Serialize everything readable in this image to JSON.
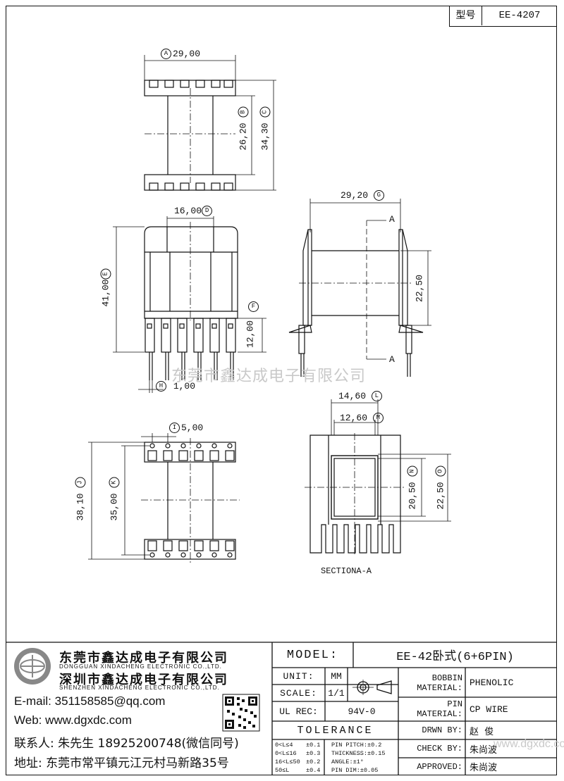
{
  "header": {
    "model_label": "型号",
    "model_value": "EE-4207"
  },
  "dimensions": {
    "A": {
      "letter": "A",
      "value": "29,00"
    },
    "B": {
      "letter": "B",
      "value": "26,20"
    },
    "C": {
      "letter": "C",
      "value": "34,30"
    },
    "D": {
      "letter": "D",
      "value": "16,00"
    },
    "E": {
      "letter": "E",
      "value": "41,00"
    },
    "F": {
      "letter": "F",
      "value": "12,00"
    },
    "G": {
      "letter": "G",
      "value": "29,20"
    },
    "H": {
      "letter": "H",
      "value": "1,00"
    },
    "I": {
      "letter": "I",
      "value": "5,00"
    },
    "J": {
      "letter": "J",
      "value": "38,10"
    },
    "K": {
      "letter": "K",
      "value": "35,00"
    },
    "L": {
      "letter": "L",
      "value": "14,60"
    },
    "M": {
      "letter": "M",
      "value": "12,60"
    },
    "N": {
      "letter": "N",
      "value": "20,50"
    },
    "O": {
      "letter": "O",
      "value": "22,50"
    },
    "side_height": "22,50"
  },
  "section": {
    "marker_top": "A",
    "marker_bottom": "A",
    "label": "SECTIONA-A"
  },
  "watermark": {
    "main": "东莞市鑫达成电子有限公司",
    "corner": "www.dgxdc.com"
  },
  "company": {
    "name_dg": "东莞市鑫达成电子有限公司",
    "name_dg_en": "DONGGUAN XINDACHENG ELECTRONIC CO.,LTD.",
    "name_sz": "深圳市鑫达成电子有限公司",
    "name_sz_en": "SHENZHEN XINDACHENG ELECTRONIC CO.,LTD.",
    "email": "E-mail: 351158585@qq.com",
    "web": "Web: www.dgxdc.com",
    "contact": "联系人: 朱先生 18925200748(微信同号)",
    "address": "地址: 东莞市常平镇元江元村马新路35号"
  },
  "title_block": {
    "model_label": "MODEL:",
    "model_value": "EE-42卧式(6+6PIN)",
    "unit_label": "UNIT:",
    "unit_value": "MM",
    "scale_label": "SCALE:",
    "scale_value": "1/1",
    "ul_label": "UL REC:",
    "ul_value": "94V-0",
    "bobbin_label_1": "BOBBIN",
    "bobbin_label_2": "MATERIAL:",
    "bobbin_value": "PHENOLIC",
    "pin_label_1": "PIN",
    "pin_label_2": "MATERIAL:",
    "pin_value": "CP WIRE",
    "tolerance_label": "TOLERANCE",
    "tol_rows": [
      {
        "range": "0<L≤4",
        "tol": "±0.1",
        "item": "PIN PITCH:±0.2"
      },
      {
        "range": "0<L≤16",
        "tol": "±0.3",
        "item": "THICKNESS:±0.15"
      },
      {
        "range": "16<L≤50",
        "tol": "±0.2",
        "item": "ANGLE:±1°"
      },
      {
        "range": "50≤L",
        "tol": "±0.4",
        "item": "PIN DIM:±0.05"
      }
    ],
    "drawn_label": "DRWN BY:",
    "drawn_value": "赵  俊",
    "check_label": "CHECK BY:",
    "check_value": "朱尚波",
    "approved_label": "APPROVED:",
    "approved_value": "朱尚波"
  }
}
